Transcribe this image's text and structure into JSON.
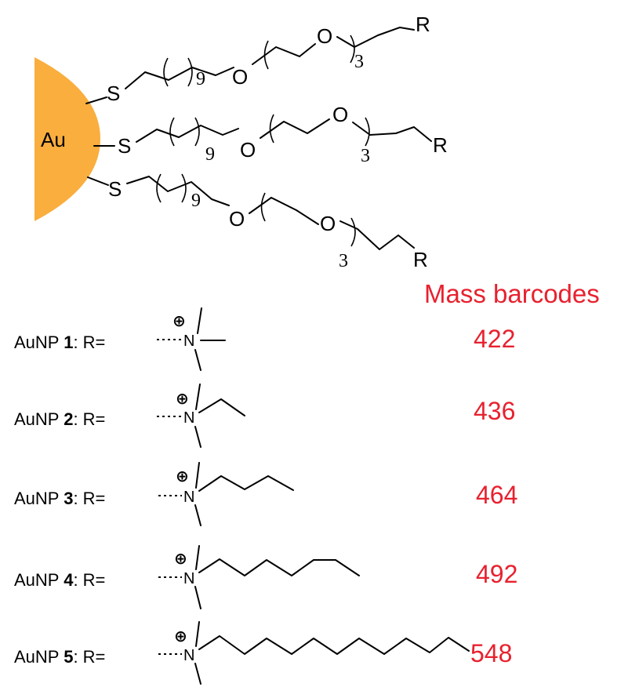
{
  "gold_label": "Au",
  "atoms": {
    "sulfur": "S",
    "oxygen": "O",
    "nitrogen": "N",
    "r_group": "R",
    "repeat_9": "9",
    "repeat_3": "3",
    "charge": "⊕"
  },
  "mass_title": "Mass barcodes",
  "variants": [
    {
      "prefix": "AuNP ",
      "number": "1",
      "suffix": ": R=",
      "mass": "422"
    },
    {
      "prefix": "AuNP ",
      "number": "2",
      "suffix": ": R=",
      "mass": "436"
    },
    {
      "prefix": "AuNP ",
      "number": "3",
      "suffix": ": R=",
      "mass": "464"
    },
    {
      "prefix": "AuNP ",
      "number": "4",
      "suffix": ": R=",
      "mass": "492"
    },
    {
      "prefix": "AuNP ",
      "number": "5",
      "suffix": ": R=",
      "mass": "548"
    }
  ],
  "colors": {
    "gold": "#f9ae3e",
    "accent_red": "#e8212f"
  }
}
